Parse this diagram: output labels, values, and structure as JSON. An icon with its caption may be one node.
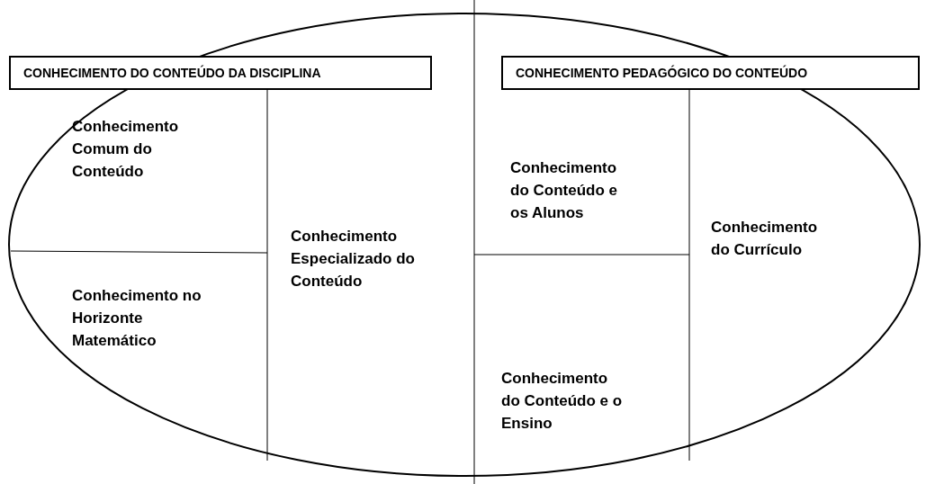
{
  "diagram": {
    "nodes": [
      {
        "text": [
          "CONHECIMENTO DO CONTEÚDO DA DISCIPLINA"
        ]
      },
      {
        "text": [
          "CONHECIMENTO PEDAGÓGICO DO CONTEÚDO"
        ]
      },
      {
        "text": [
          "Conhecimento Comum do Conteúdo"
        ]
      },
      {
        "text": [
          "Conhecimento no Horizonte Matemático"
        ]
      },
      {
        "text": [
          "Conhecimento Especializado do Conteúdo"
        ]
      },
      {
        "text": [
          "Conhecimento do Conteúdo e os Alunos"
        ]
      },
      {
        "text": [
          "Conhecimento do Conteúdo e o Ensino"
        ]
      },
      {
        "text": [
          "Conhecimento do Currículo"
        ]
      }
    ],
    "edges": []
  }
}
